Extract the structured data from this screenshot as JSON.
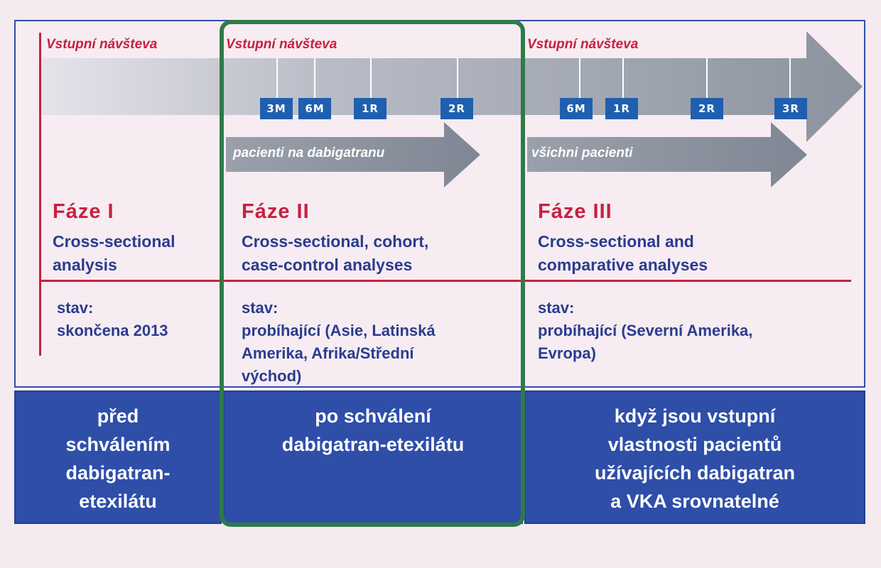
{
  "timeline": {
    "visit_labels": [
      "Vstupní návšteva",
      "Vstupní návšteva",
      "Vstupní návšteva"
    ],
    "markers": [
      "3M",
      "6M",
      "1R",
      "2R",
      "6M",
      "1R",
      "2R",
      "3R"
    ],
    "sub_arrows": [
      "pacienti na dabigatranu",
      "všichni pacienti"
    ]
  },
  "phases": [
    {
      "title": "Fáze I",
      "description": "Cross-sectional\nanalysis",
      "state_label": "stav:",
      "state": "skončena 2013",
      "bottom": "před\nschválením\ndabigatran-\netexilátu"
    },
    {
      "title": "Fáze II",
      "description": "Cross-sectional, cohort,\ncase-control analyses",
      "state_label": "stav:",
      "state": "probíhající (Asie, Latinská\nAmerika, Afrika/Střední\nvýchod)",
      "bottom": "po schválení\ndabigatran-etexilátu"
    },
    {
      "title": "Fáze III",
      "description": "Cross-sectional and\ncomparative analyses",
      "state_label": "stav:",
      "state": "probíhající (Severní Amerika,\nEvropa)",
      "bottom": "když jsou vstupní\nvlastnosti pacientů\nužívajících dabigatran\na VKA srovnatelné"
    }
  ],
  "colors": {
    "accent_red": "#c8203f",
    "text_blue": "#2a3c8e",
    "box_blue": "#2e4ea8",
    "marker_blue": "#1f5fb0",
    "highlight_green": "#2f7a4a",
    "arrow_gray": "#8c939e"
  }
}
